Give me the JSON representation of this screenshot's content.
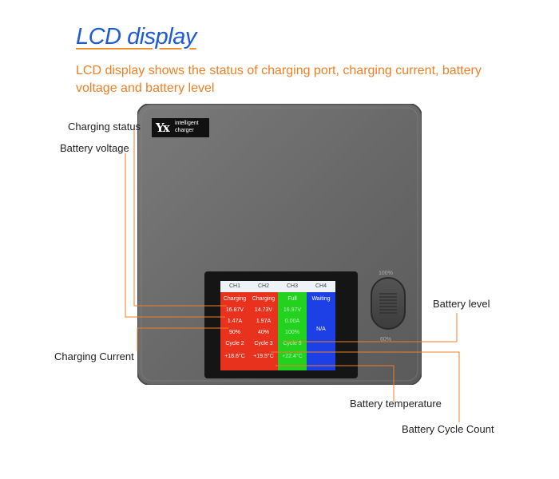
{
  "heading": "LCD display",
  "description": "LCD display shows the status of charging port, charging current, battery voltage and battery level",
  "device": {
    "logo_mark": "Yx",
    "logo_text_line1": "intelligent",
    "logo_text_line2": "charger",
    "knob_top_label": "100%",
    "knob_bottom_label": "60%"
  },
  "callouts": {
    "charging_status": "Charging status",
    "battery_voltage": "Battery voltage",
    "charging_current": "Charging Current",
    "battery_level": "Battery level",
    "battery_temperature": "Battery temperature",
    "battery_cycle_count": "Battery Cycle Count"
  },
  "lcd": {
    "channels": [
      {
        "name": "CH1",
        "color": "#e8321e",
        "status": "Charging",
        "voltage": "16.87V",
        "current": "1.47A",
        "level": "90%",
        "cycle": "Cycle 2",
        "temp": "+18.6°C"
      },
      {
        "name": "CH2",
        "color": "#e8321e",
        "status": "Charging",
        "voltage": "14.73V",
        "current": "1.97A",
        "level": "40%",
        "cycle": "Cycle 3",
        "temp": "+19.5°C"
      },
      {
        "name": "CH3",
        "color": "#22d21f",
        "status": "Full",
        "voltage": "16.97V",
        "current": "0.00A",
        "level": "100%",
        "cycle": "Cycle 5",
        "temp": "+22.4°C"
      },
      {
        "name": "CH4",
        "color": "#1d3fe6",
        "status": "Waiting",
        "voltage": "",
        "current": "",
        "level": "N/A",
        "cycle": "",
        "temp": ""
      }
    ]
  }
}
